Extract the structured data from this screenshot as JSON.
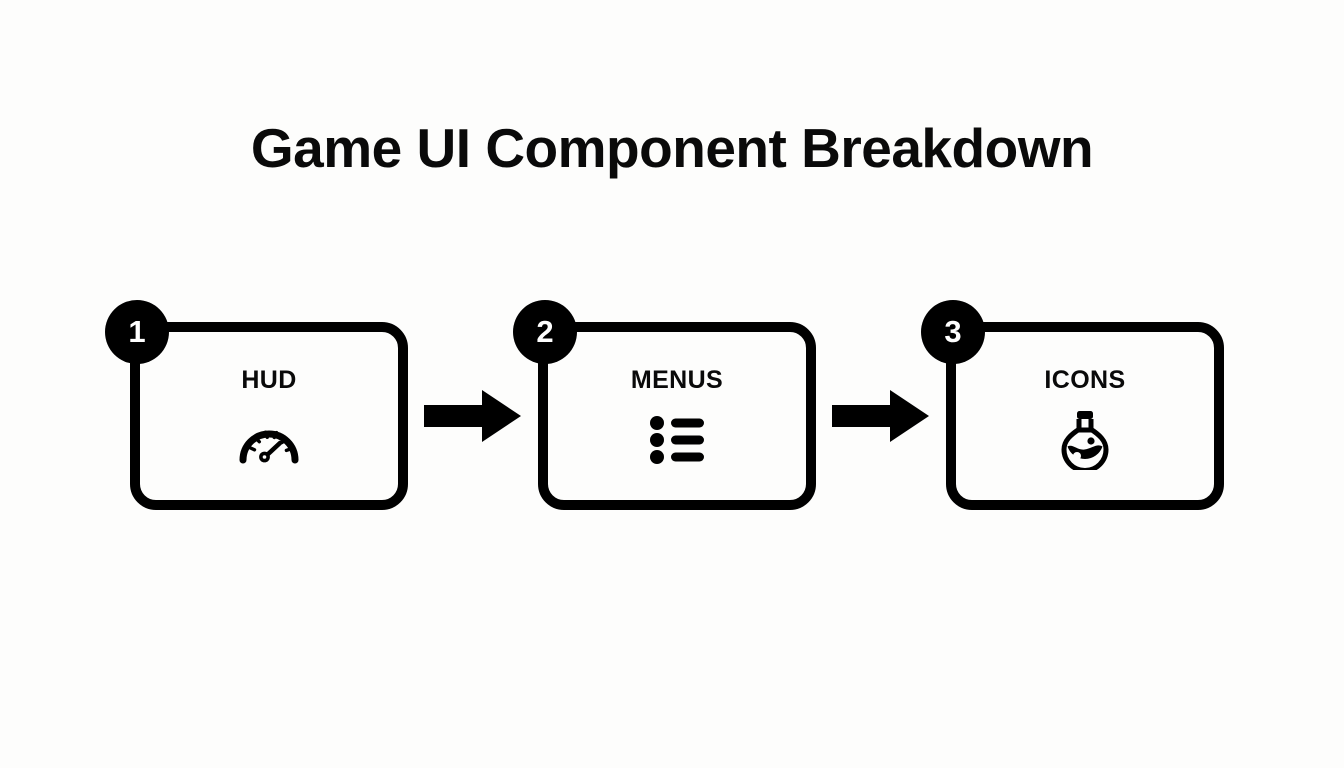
{
  "slide": {
    "title": "Game UI Component Breakdown",
    "background_color": "#fdfdfc",
    "ink_color": "#000000"
  },
  "flow": {
    "steps": [
      {
        "number": "1",
        "label": "HUD",
        "icon": "gauge-icon"
      },
      {
        "number": "2",
        "label": "MENUS",
        "icon": "bullet-list-icon"
      },
      {
        "number": "3",
        "label": "ICONS",
        "icon": "potion-flask-icon"
      }
    ],
    "connectors": [
      {
        "icon": "arrow-right-icon"
      },
      {
        "icon": "arrow-right-icon"
      }
    ]
  }
}
